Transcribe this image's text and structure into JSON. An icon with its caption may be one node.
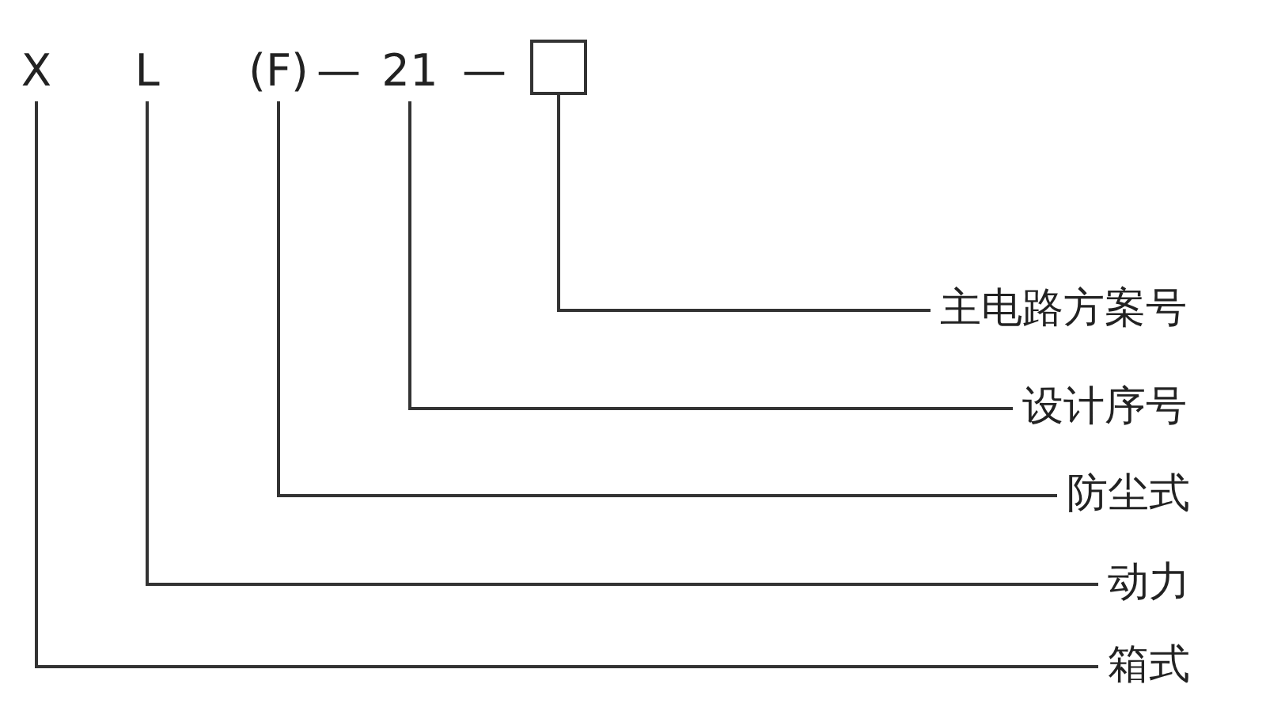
{
  "diagram": {
    "nodes": [
      {
        "text": [
          "X"
        ]
      },
      {
        "text": [
          "L"
        ]
      },
      {
        "text": [
          "(F)"
        ]
      },
      {
        "text": [
          "21"
        ]
      },
      {
        "text": [],
        "shape": "box"
      },
      {
        "text": [
          "主电路方案号"
        ]
      },
      {
        "text": [
          "设计序号"
        ]
      },
      {
        "text": [
          "防尘式"
        ]
      },
      {
        "text": [
          "动力"
        ]
      },
      {
        "text": [
          "箱式"
        ]
      }
    ],
    "edges": [
      {
        "from": 4,
        "to": 5,
        "arrow": "none"
      },
      {
        "from": 3,
        "to": 6,
        "arrow": "none"
      },
      {
        "from": 2,
        "to": 7,
        "arrow": "none"
      },
      {
        "from": 1,
        "to": 8,
        "arrow": "none"
      },
      {
        "from": 0,
        "to": 9,
        "arrow": "none"
      }
    ],
    "labels": [
      "—",
      "—"
    ]
  }
}
